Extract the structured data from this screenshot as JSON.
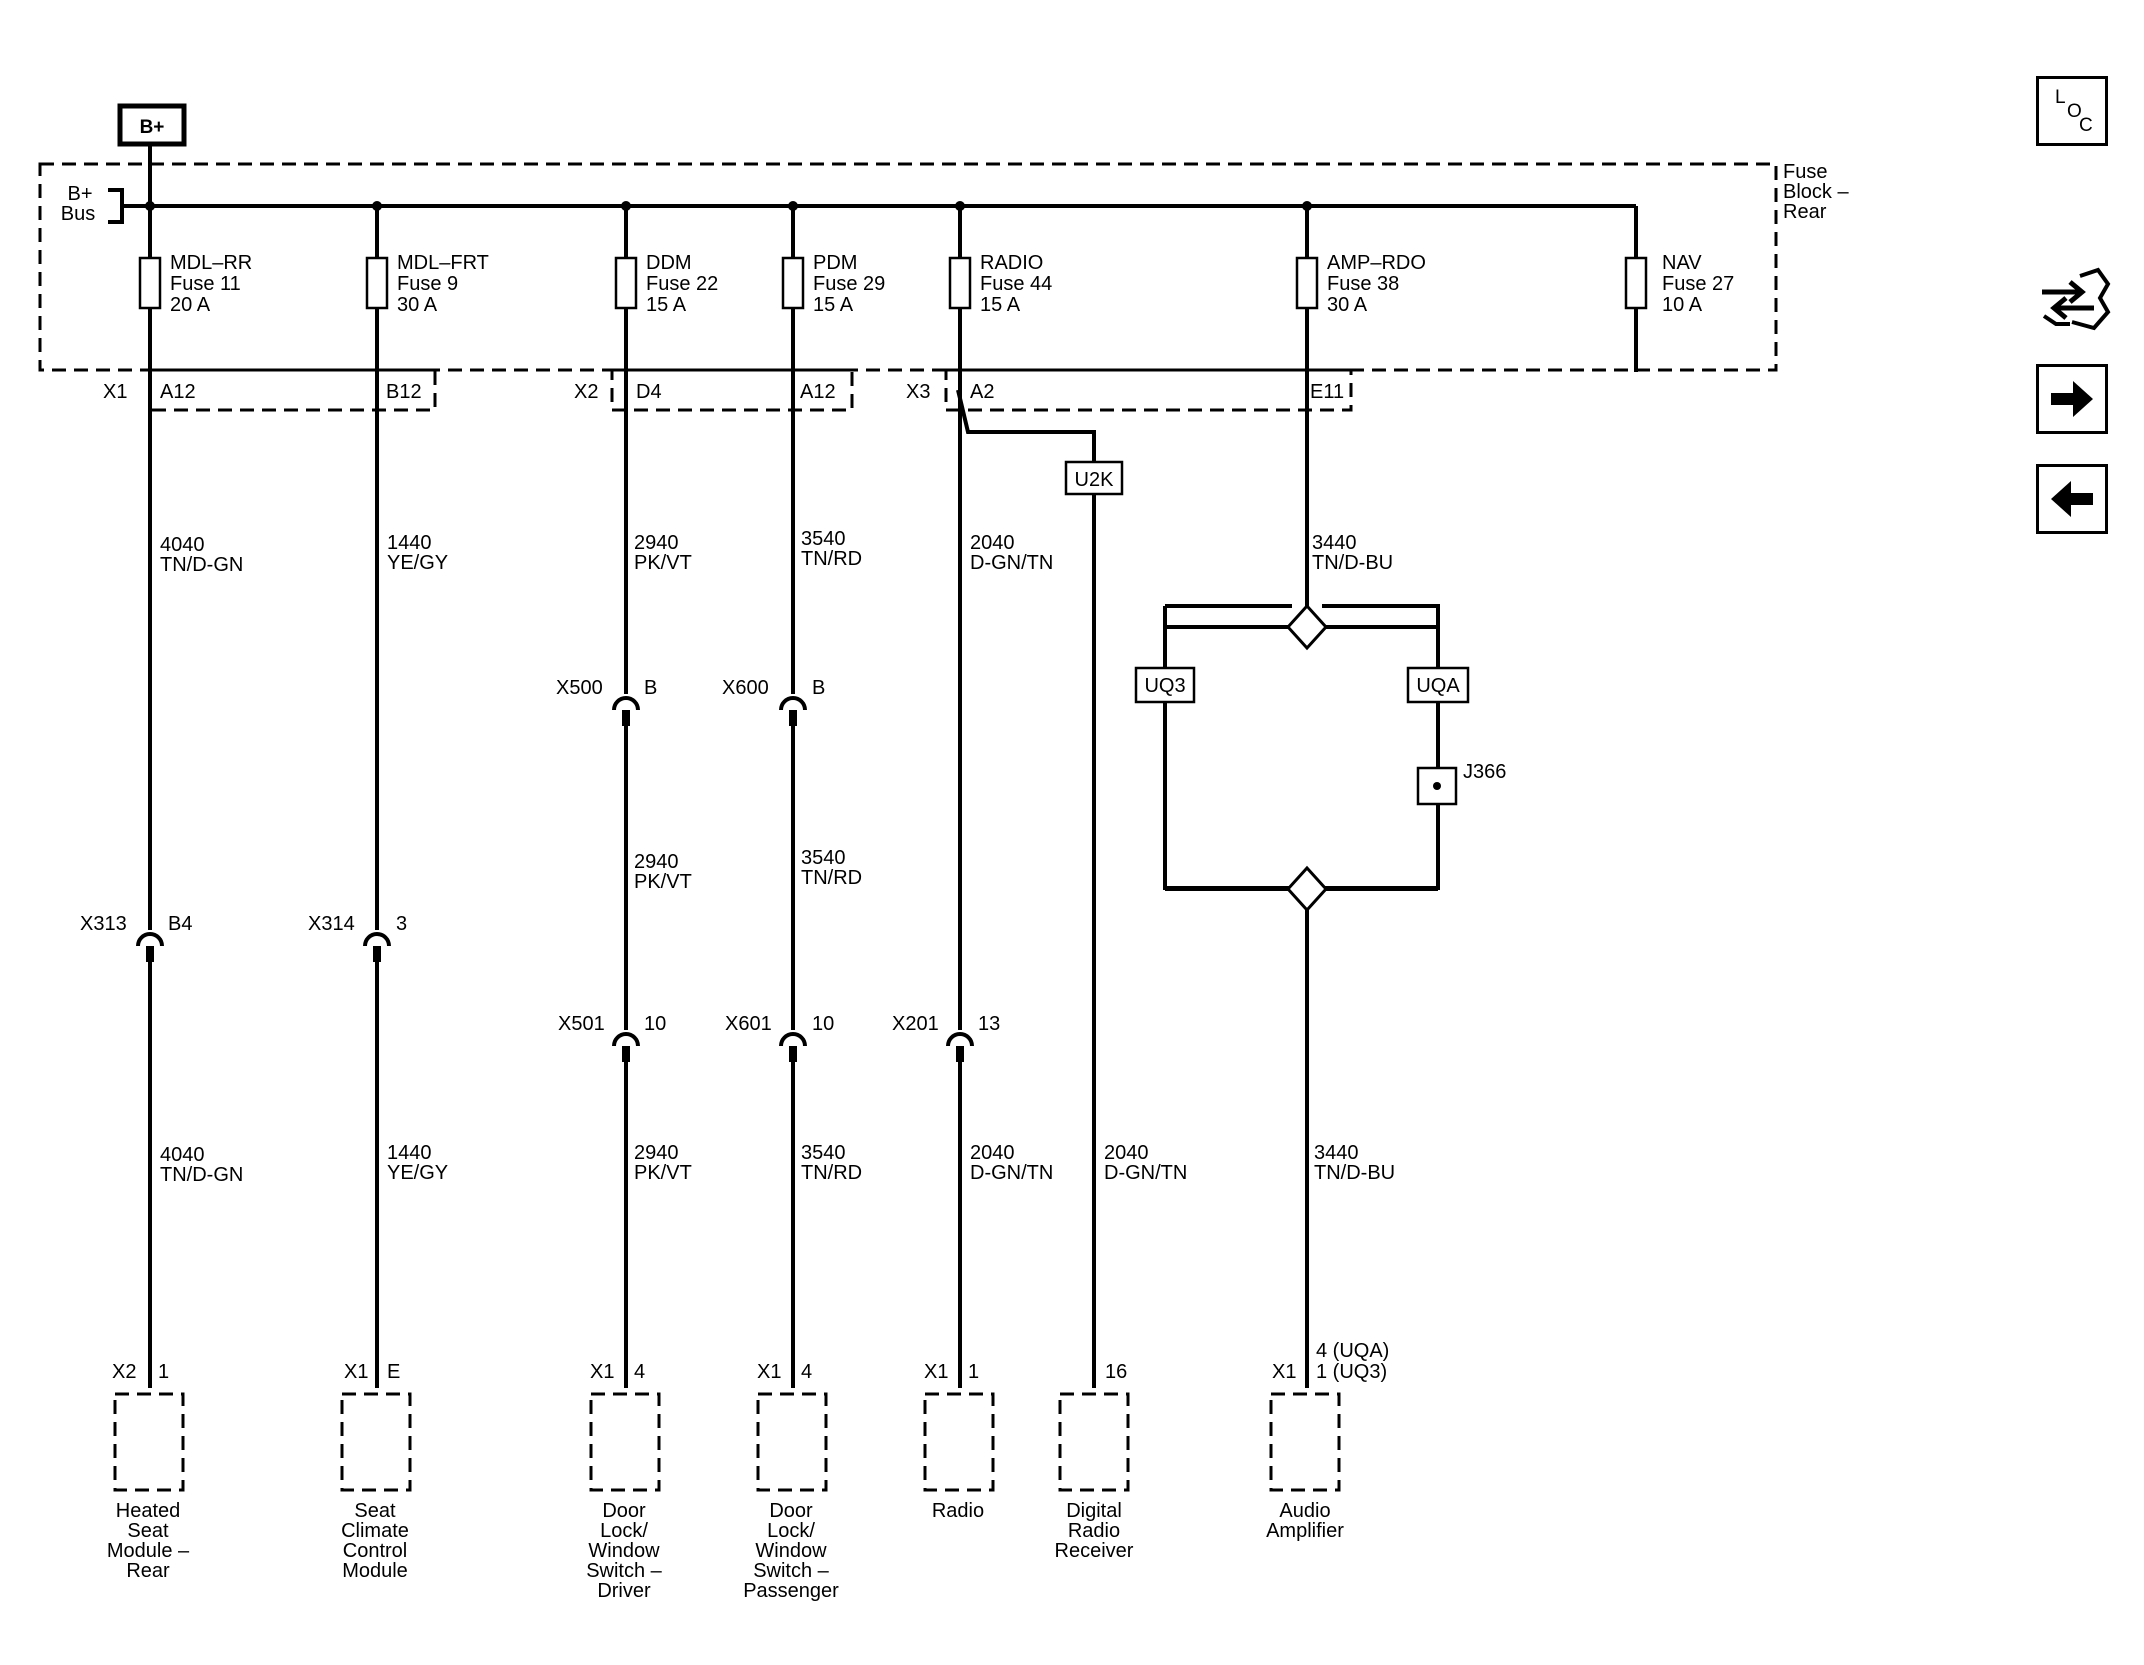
{
  "power": {
    "label": "B+"
  },
  "bus": {
    "line1": "B+",
    "line2": "Bus"
  },
  "fuse_block": {
    "line1": "Fuse",
    "line2": "Block –",
    "line3": "Rear"
  },
  "fuses": [
    {
      "name": "MDL–RR",
      "fuse": "Fuse 11",
      "amps": "20 A"
    },
    {
      "name": "MDL–FRT",
      "fuse": "Fuse 9",
      "amps": "30 A"
    },
    {
      "name": "DDM",
      "fuse": "Fuse 22",
      "amps": "15 A"
    },
    {
      "name": "PDM",
      "fuse": "Fuse 29",
      "amps": "15 A"
    },
    {
      "name": "RADIO",
      "fuse": "Fuse 44",
      "amps": "15 A"
    },
    {
      "name": "AMP–RDO",
      "fuse": "Fuse 38",
      "amps": "30 A"
    },
    {
      "name": "NAV",
      "fuse": "Fuse 27",
      "amps": "10 A"
    }
  ],
  "block_connectors": [
    {
      "conn": "X1",
      "pin_a": "A12",
      "pin_b": "B12"
    },
    {
      "conn": "X2",
      "pin_a": "D4",
      "pin_b": "A12"
    },
    {
      "conn": "X3",
      "pin_a": "A2",
      "pin_b": "E11"
    }
  ],
  "option_codes": {
    "u2k": "U2K",
    "uq3": "UQ3",
    "uqa": "UQA"
  },
  "splice": {
    "label": "J366"
  },
  "wires": {
    "c1": {
      "circuit": "4040",
      "color": "TN/D-GN"
    },
    "c2": {
      "circuit": "1440",
      "color": "YE/GY"
    },
    "c3": {
      "circuit": "2940",
      "color": "PK/VT"
    },
    "c4": {
      "circuit": "3540",
      "color": "TN/RD"
    },
    "c5": {
      "circuit": "2040",
      "color": "D-GN/TN"
    },
    "c7": {
      "circuit": "3440",
      "color": "TN/D-BU"
    }
  },
  "inline_connectors": {
    "x313": {
      "conn": "X313",
      "pin": "B4"
    },
    "x314": {
      "conn": "X314",
      "pin": "3"
    },
    "x500": {
      "conn": "X500",
      "pin": "B"
    },
    "x600": {
      "conn": "X600",
      "pin": "B"
    },
    "x501": {
      "conn": "X501",
      "pin": "10"
    },
    "x601": {
      "conn": "X601",
      "pin": "10"
    },
    "x201": {
      "conn": "X201",
      "pin": "13"
    }
  },
  "components": [
    {
      "conn": "X2",
      "pin": "1",
      "name_lines": [
        "Heated",
        "Seat",
        "Module –",
        "Rear"
      ]
    },
    {
      "conn": "X1",
      "pin": "E",
      "name_lines": [
        "Seat",
        "Climate",
        "Control",
        "Module"
      ]
    },
    {
      "conn": "X1",
      "pin": "4",
      "name_lines": [
        "Door",
        "Lock/",
        "Window",
        "Switch –",
        "Driver"
      ]
    },
    {
      "conn": "X1",
      "pin": "4",
      "name_lines": [
        "Door",
        "Lock/",
        "Window",
        "Switch –",
        "Passenger"
      ]
    },
    {
      "conn": "X1",
      "pin": "1",
      "name_lines": [
        "Radio"
      ]
    },
    {
      "conn": "",
      "pin": "16",
      "name_lines": [
        "Digital",
        "Radio",
        "Receiver"
      ]
    },
    {
      "conn": "X1",
      "pin": "4 (UQA)",
      "pin2": "1 (UQ3)",
      "name_lines": [
        "Audio",
        "Amplifier"
      ]
    }
  ],
  "nav": {
    "loc": {
      "l": "L",
      "o": "O",
      "c": "C",
      "icon": "location-icon"
    },
    "icons": [
      "connector-swap-icon",
      "forward-arrow-icon",
      "back-arrow-icon"
    ]
  }
}
